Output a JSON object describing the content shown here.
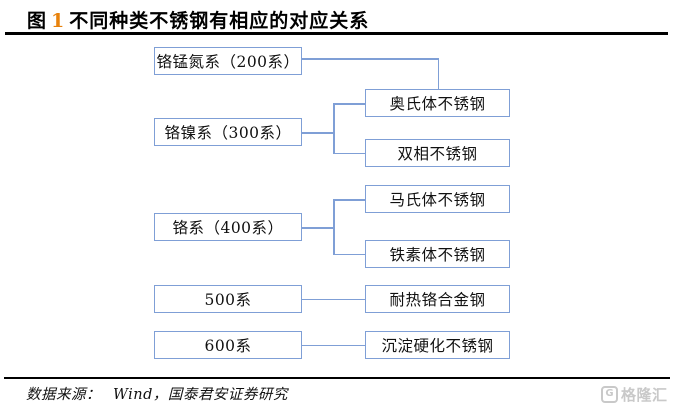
{
  "figure": {
    "title_prefix": "图",
    "title_number": "1",
    "title_text": "不同种类不锈钢有相应的对应关系"
  },
  "diagram": {
    "parents": [
      {
        "label": "铬锰氮系（200系）"
      },
      {
        "label": "铬镍系（300系）"
      },
      {
        "label": "铬系（400系）"
      },
      {
        "label": "500系"
      },
      {
        "label": "600系"
      }
    ],
    "children": [
      {
        "label": "奥氏体不锈钢"
      },
      {
        "label": "双相不锈钢"
      },
      {
        "label": "马氏体不锈钢"
      },
      {
        "label": "铁素体不锈钢"
      },
      {
        "label": "耐热铬合金钢"
      },
      {
        "label": "沉淀硬化不锈钢"
      }
    ],
    "edges": [
      {
        "from": "铬锰氮系（200系）",
        "to": "奥氏体不锈钢"
      },
      {
        "from": "铬镍系（300系）",
        "to": "奥氏体不锈钢"
      },
      {
        "from": "铬镍系（300系）",
        "to": "双相不锈钢"
      },
      {
        "from": "铬系（400系）",
        "to": "马氏体不锈钢"
      },
      {
        "from": "铬系（400系）",
        "to": "铁素体不锈钢"
      },
      {
        "from": "500系",
        "to": "耐热铬合金钢"
      },
      {
        "from": "600系",
        "to": "沉淀硬化不锈钢"
      }
    ]
  },
  "footer": {
    "source_label": "数据来源：",
    "source_value": "Wind，国泰君安证券研究"
  },
  "logo": {
    "icon": "G",
    "text": "格隆汇"
  },
  "colors": {
    "node_border": "#7f9fd6",
    "connector": "#7f9fd6",
    "title_number_accent": "#e8820c",
    "rule": "#000000",
    "logo_gray": "#c9c9c9"
  }
}
